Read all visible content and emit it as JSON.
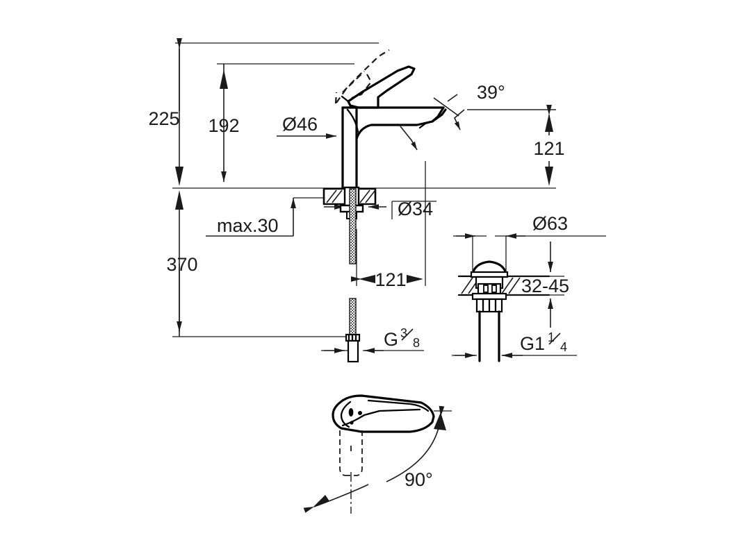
{
  "drawing": {
    "title": "Single-lever basin mixer dimensional drawing",
    "units": "mm",
    "line_color": "#1b1b1b",
    "background": "#ffffff"
  },
  "dimensions": {
    "overall_height": "225",
    "spout_height": "192",
    "tail_length": "370",
    "body_diameter": "Ø46",
    "mounting_hole_diameter": "Ø34",
    "max_deck_thickness": "max.30",
    "spout_projection": "121",
    "spout_height_right": "121",
    "spout_angle": "39°",
    "inlet_thread_label": "G",
    "inlet_thread_num": "3",
    "inlet_thread_den": "8",
    "waste_cap_diameter": "Ø63",
    "waste_deck_range": "32-45",
    "waste_thread_label": "G1",
    "waste_thread_num": "1",
    "waste_thread_den": "4",
    "lever_swivel_angle": "90°"
  },
  "views": {
    "front_elevation": "faucet-front-elevation",
    "waste_detail": "pop-up-waste-detail",
    "lever_plan": "lever-plan-view"
  }
}
